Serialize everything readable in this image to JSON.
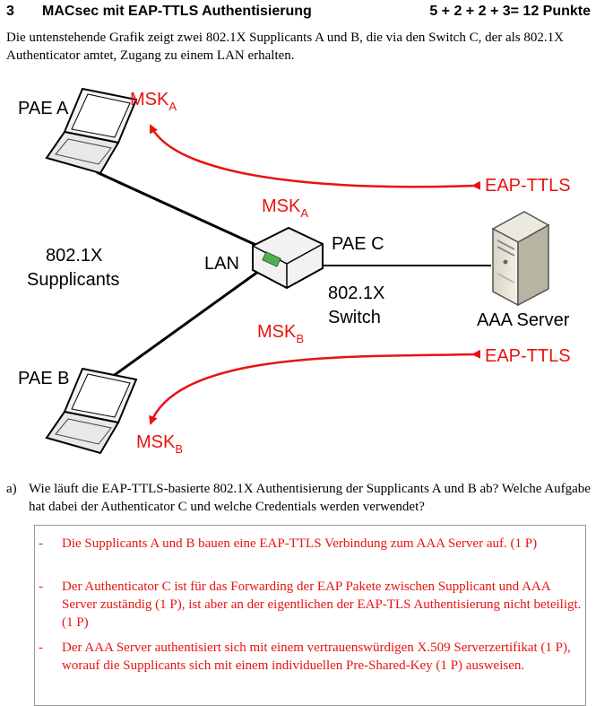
{
  "header": {
    "number": "3",
    "title": "MACsec mit EAP-TTLS Authentisierung",
    "points": "5 + 2 + 2 + 3= 12 Punkte"
  },
  "intro": "Die untenstehende Grafik zeigt zwei 802.1X Supplicants A und B, die via den Switch C, der als 802.1X Authenticator amtet, Zugang zu einem LAN erhalten.",
  "diagram": {
    "pae_a": "PAE A",
    "pae_b": "PAE B",
    "pae_c": "PAE C",
    "msk": "MSK",
    "sub_a": "A",
    "sub_b": "B",
    "eap_ttls": "EAP-TTLS",
    "supplicants_l1": "802.1X",
    "supplicants_l2": "Supplicants",
    "lan": "LAN",
    "switch_l1": "802.1X",
    "switch_l2": "Switch",
    "aaa": "AAA Server",
    "accent": "#e8130f"
  },
  "question": {
    "letter": "a)",
    "text": "Wie läuft die EAP-TTLS-basierte 802.1X Authentisierung der Supplicants A und B ab? Welche Aufgabe hat dabei der Authenticator C und welche Credentials werden verwendet?"
  },
  "answers": [
    {
      "dash": "-",
      "text": "Die Supplicants A und B bauen eine EAP-TTLS Verbindung zum AAA Server auf. (1 P)"
    },
    {
      "dash": "-",
      "text": "Der Authenticator C ist für das Forwarding der EAP Pakete zwischen Supplicant und AAA Server zuständig (1 P), ist aber an der eigentlichen der EAP-TLS Authentisierung nicht beteiligt. (1 P)"
    },
    {
      "dash": "-",
      "text": "Der AAA Server authentisiert sich mit einem vertrauenswürdigen X.509 Serverzertifikat (1 P), worauf die Supplicants sich mit einem individuellen Pre-Shared-Key (1 P) ausweisen."
    }
  ]
}
